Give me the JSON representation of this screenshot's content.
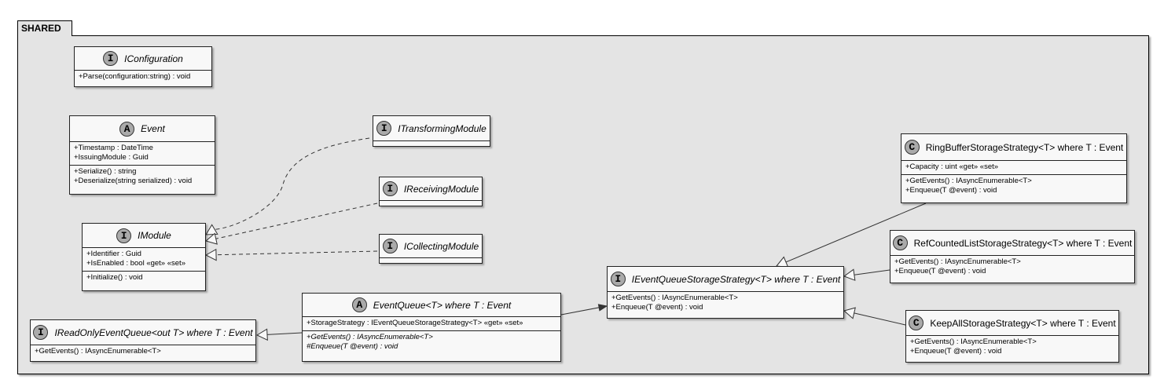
{
  "package": {
    "name": "SHARED"
  },
  "classes": [
    {
      "id": "iconfiguration",
      "kind": "I",
      "kind_color": "#aaaaaa",
      "name": "IConfiguration",
      "italic": true,
      "sections": [
        [
          "+Parse(configuration:string) : void"
        ]
      ]
    },
    {
      "id": "event",
      "kind": "A",
      "kind_color": "#aaaaaa",
      "name": "Event",
      "italic": true,
      "sections": [
        [
          "+Timestamp : DateTime",
          "+IssuingModule : Guid"
        ],
        [
          "+Serialize() : string",
          "+Deserialize(string serialized) : void"
        ]
      ]
    },
    {
      "id": "imodule",
      "kind": "I",
      "kind_color": "#aaaaaa",
      "name": "IModule",
      "italic": true,
      "sections": [
        [
          "+Identifier : Guid",
          "+IsEnabled : bool «get» «set»"
        ],
        [
          "+Initialize() : void"
        ]
      ]
    },
    {
      "id": "itransformingmodule",
      "kind": "I",
      "kind_color": "#aaaaaa",
      "name": "ITransformingModule",
      "italic": true,
      "sections": [
        []
      ]
    },
    {
      "id": "ireceivingmodule",
      "kind": "I",
      "kind_color": "#aaaaaa",
      "name": "IReceivingModule",
      "italic": true,
      "sections": [
        []
      ]
    },
    {
      "id": "icollectingmodule",
      "kind": "I",
      "kind_color": "#aaaaaa",
      "name": "ICollectingModule",
      "italic": true,
      "sections": [
        []
      ]
    },
    {
      "id": "ireadonlyeventqueue",
      "kind": "I",
      "kind_color": "#aaaaaa",
      "name": "IReadOnlyEventQueue<out T> where T : Event",
      "italic": true,
      "sections": [
        [
          "+GetEvents() : IAsyncEnumerable<T>"
        ]
      ]
    },
    {
      "id": "eventqueue",
      "kind": "A",
      "kind_color": "#aaaaaa",
      "name": "EventQueue<T> where T : Event",
      "italic": true,
      "sections": [
        [
          "+StorageStrategy : IEventQueueStorageStrategy<T> «get» «set»"
        ],
        [
          "+GetEvents() : IAsyncEnumerable<T>",
          "#Enqueue(T @event) : void"
        ]
      ],
      "italic_sections": [
        1
      ]
    },
    {
      "id": "ieventqueuestoragestrategy",
      "kind": "I",
      "kind_color": "#aaaaaa",
      "name": "IEventQueueStorageStrategy<T> where T : Event",
      "italic": true,
      "sections": [
        [
          "+GetEvents() : IAsyncEnumerable<T>",
          "+Enqueue(T @event) : void"
        ]
      ]
    },
    {
      "id": "ringbuffer",
      "kind": "C",
      "kind_color": "#aaaaaa",
      "name": "RingBufferStorageStrategy<T> where T : Event",
      "italic": false,
      "sections": [
        [
          "+Capacity : uint «get» «set»"
        ],
        [
          "+GetEvents() : IAsyncEnumerable<T>",
          "+Enqueue(T @event) : void"
        ]
      ]
    },
    {
      "id": "refcounted",
      "kind": "C",
      "kind_color": "#aaaaaa",
      "name": "RefCountedListStorageStrategy<T> where T : Event",
      "italic": false,
      "sections": [
        [
          "+GetEvents() : IAsyncEnumerable<T>",
          "+Enqueue(T @event) : void"
        ]
      ]
    },
    {
      "id": "keepall",
      "kind": "C",
      "kind_color": "#aaaaaa",
      "name": "KeepAllStorageStrategy<T> where T : Event",
      "italic": false,
      "sections": [
        [
          "+GetEvents() : IAsyncEnumerable<T>",
          "+Enqueue(T @event) : void"
        ]
      ]
    }
  ]
}
